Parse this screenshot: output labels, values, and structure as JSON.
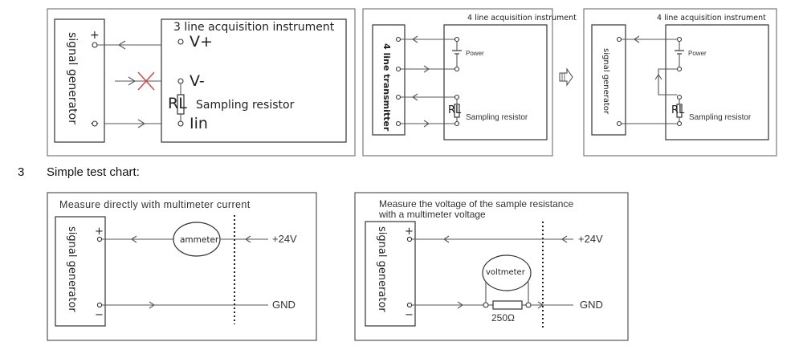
{
  "panel1": {
    "title": "3 line acquisition instrument",
    "generator": "signal generator",
    "plus": "+",
    "minus": "−",
    "terminals": [
      "V+",
      "V-",
      "Iin"
    ],
    "rl": "RL",
    "resistor": "Sampling resistor"
  },
  "panel2": {
    "title": "4 line acquisition instrument",
    "transmitter": "4 line transmitter",
    "power": "Power",
    "rl": "RL",
    "resistor": "Sampling resistor"
  },
  "panel3": {
    "title": "4 line acquisition instrument",
    "generator": "signal generator",
    "power": "Power",
    "rl": "RL",
    "resistor": "Sampling resistor"
  },
  "section": {
    "number": "3",
    "title": "Simple test chart:"
  },
  "panel4": {
    "title": "Measure directly with multimeter current",
    "generator": "signal generator",
    "plus": "+",
    "minus": "−",
    "meter": "ammeter",
    "v24": "+24V",
    "gnd": "GND"
  },
  "panel5": {
    "title_line1": "Measure the voltage of the sample resistance",
    "title_line2": "with a multimeter voltage",
    "generator": "signal generator",
    "plus": "+",
    "minus": "−",
    "meter": "voltmeter",
    "resistor_value": "250Ω",
    "v24": "+24V",
    "gnd": "GND"
  }
}
